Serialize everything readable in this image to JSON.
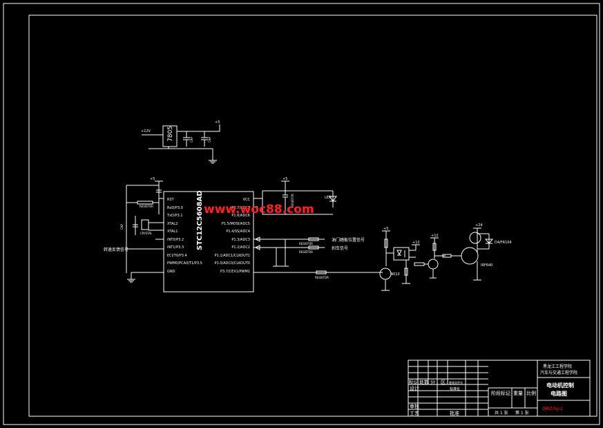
{
  "watermark": "www.woc88.com",
  "supply": {
    "in_label": "+12V",
    "regulator": "7805",
    "out_label": "+5",
    "cap1": "CAP",
    "cap2": "CAP"
  },
  "mcu": {
    "name": "STC12C5608AD",
    "vcc_label": "+5",
    "left_pins": [
      "RST",
      "RxD/P3.0",
      "TxD/P3.1",
      "XTAL2",
      "XTAL1",
      "INT0/P3.2",
      "INT1/P3.3",
      "ECI/T0/P3.4",
      "PWM0/PCA0/T1/P3.5",
      "GND"
    ],
    "right_pins": [
      "VCC",
      "P1.7/ADC7",
      "P1.6/ADC6",
      "P1.5/MOSI/ADC5",
      "P1.4/SS/ADC4",
      "P1.3/ADC3",
      "P1.2/ADC2",
      "P1.1/ADC1/CLKOUT1",
      "P1.0/ADC0/CLKOUT0",
      "P3.7/CEX1/PWM1"
    ]
  },
  "signals": {
    "feedback": "转速反馈信号",
    "throttle": "油门踏板位置信号",
    "brake": "刹车信号"
  },
  "resistors": {
    "r_reset": "RESISTOR",
    "r_throttle": "RESISTOR",
    "r_brake": "RESISTOR",
    "r_pwm": "RESISTOR"
  },
  "crystal": {
    "name": "CRYSTAL",
    "cap": "CAP"
  },
  "led": {
    "label": "LED",
    "res": "RESISTOR",
    "vcc": "+5"
  },
  "driver": {
    "v5": "+5",
    "v12a": "+12",
    "v12b": "+12",
    "v24": "+24",
    "transistor": "9013",
    "diode": "D4/FR104",
    "mosfet": "IRF640"
  },
  "title_block": {
    "school_line1": "黑龙江工程学院",
    "school_line2": "汽车与交通工程学院",
    "drawing_name_line1": "电动机控制",
    "drawing_name_line2": "电路图",
    "drawing_no": "DJKZ-hg-1",
    "sheet_total": "共 1 张",
    "sheet_num": "第 1 张",
    "labels": {
      "mark": "标记",
      "count": "处数",
      "zone": "分",
      "change": "区",
      "file_no": "更改文件号",
      "sign": "签名",
      "design": "设计",
      "standard": "标准化",
      "review": "审核",
      "process": "工艺",
      "approve": "批准",
      "stage_mark": "阶段标记",
      "weight": "重量",
      "scale": "比例"
    }
  }
}
